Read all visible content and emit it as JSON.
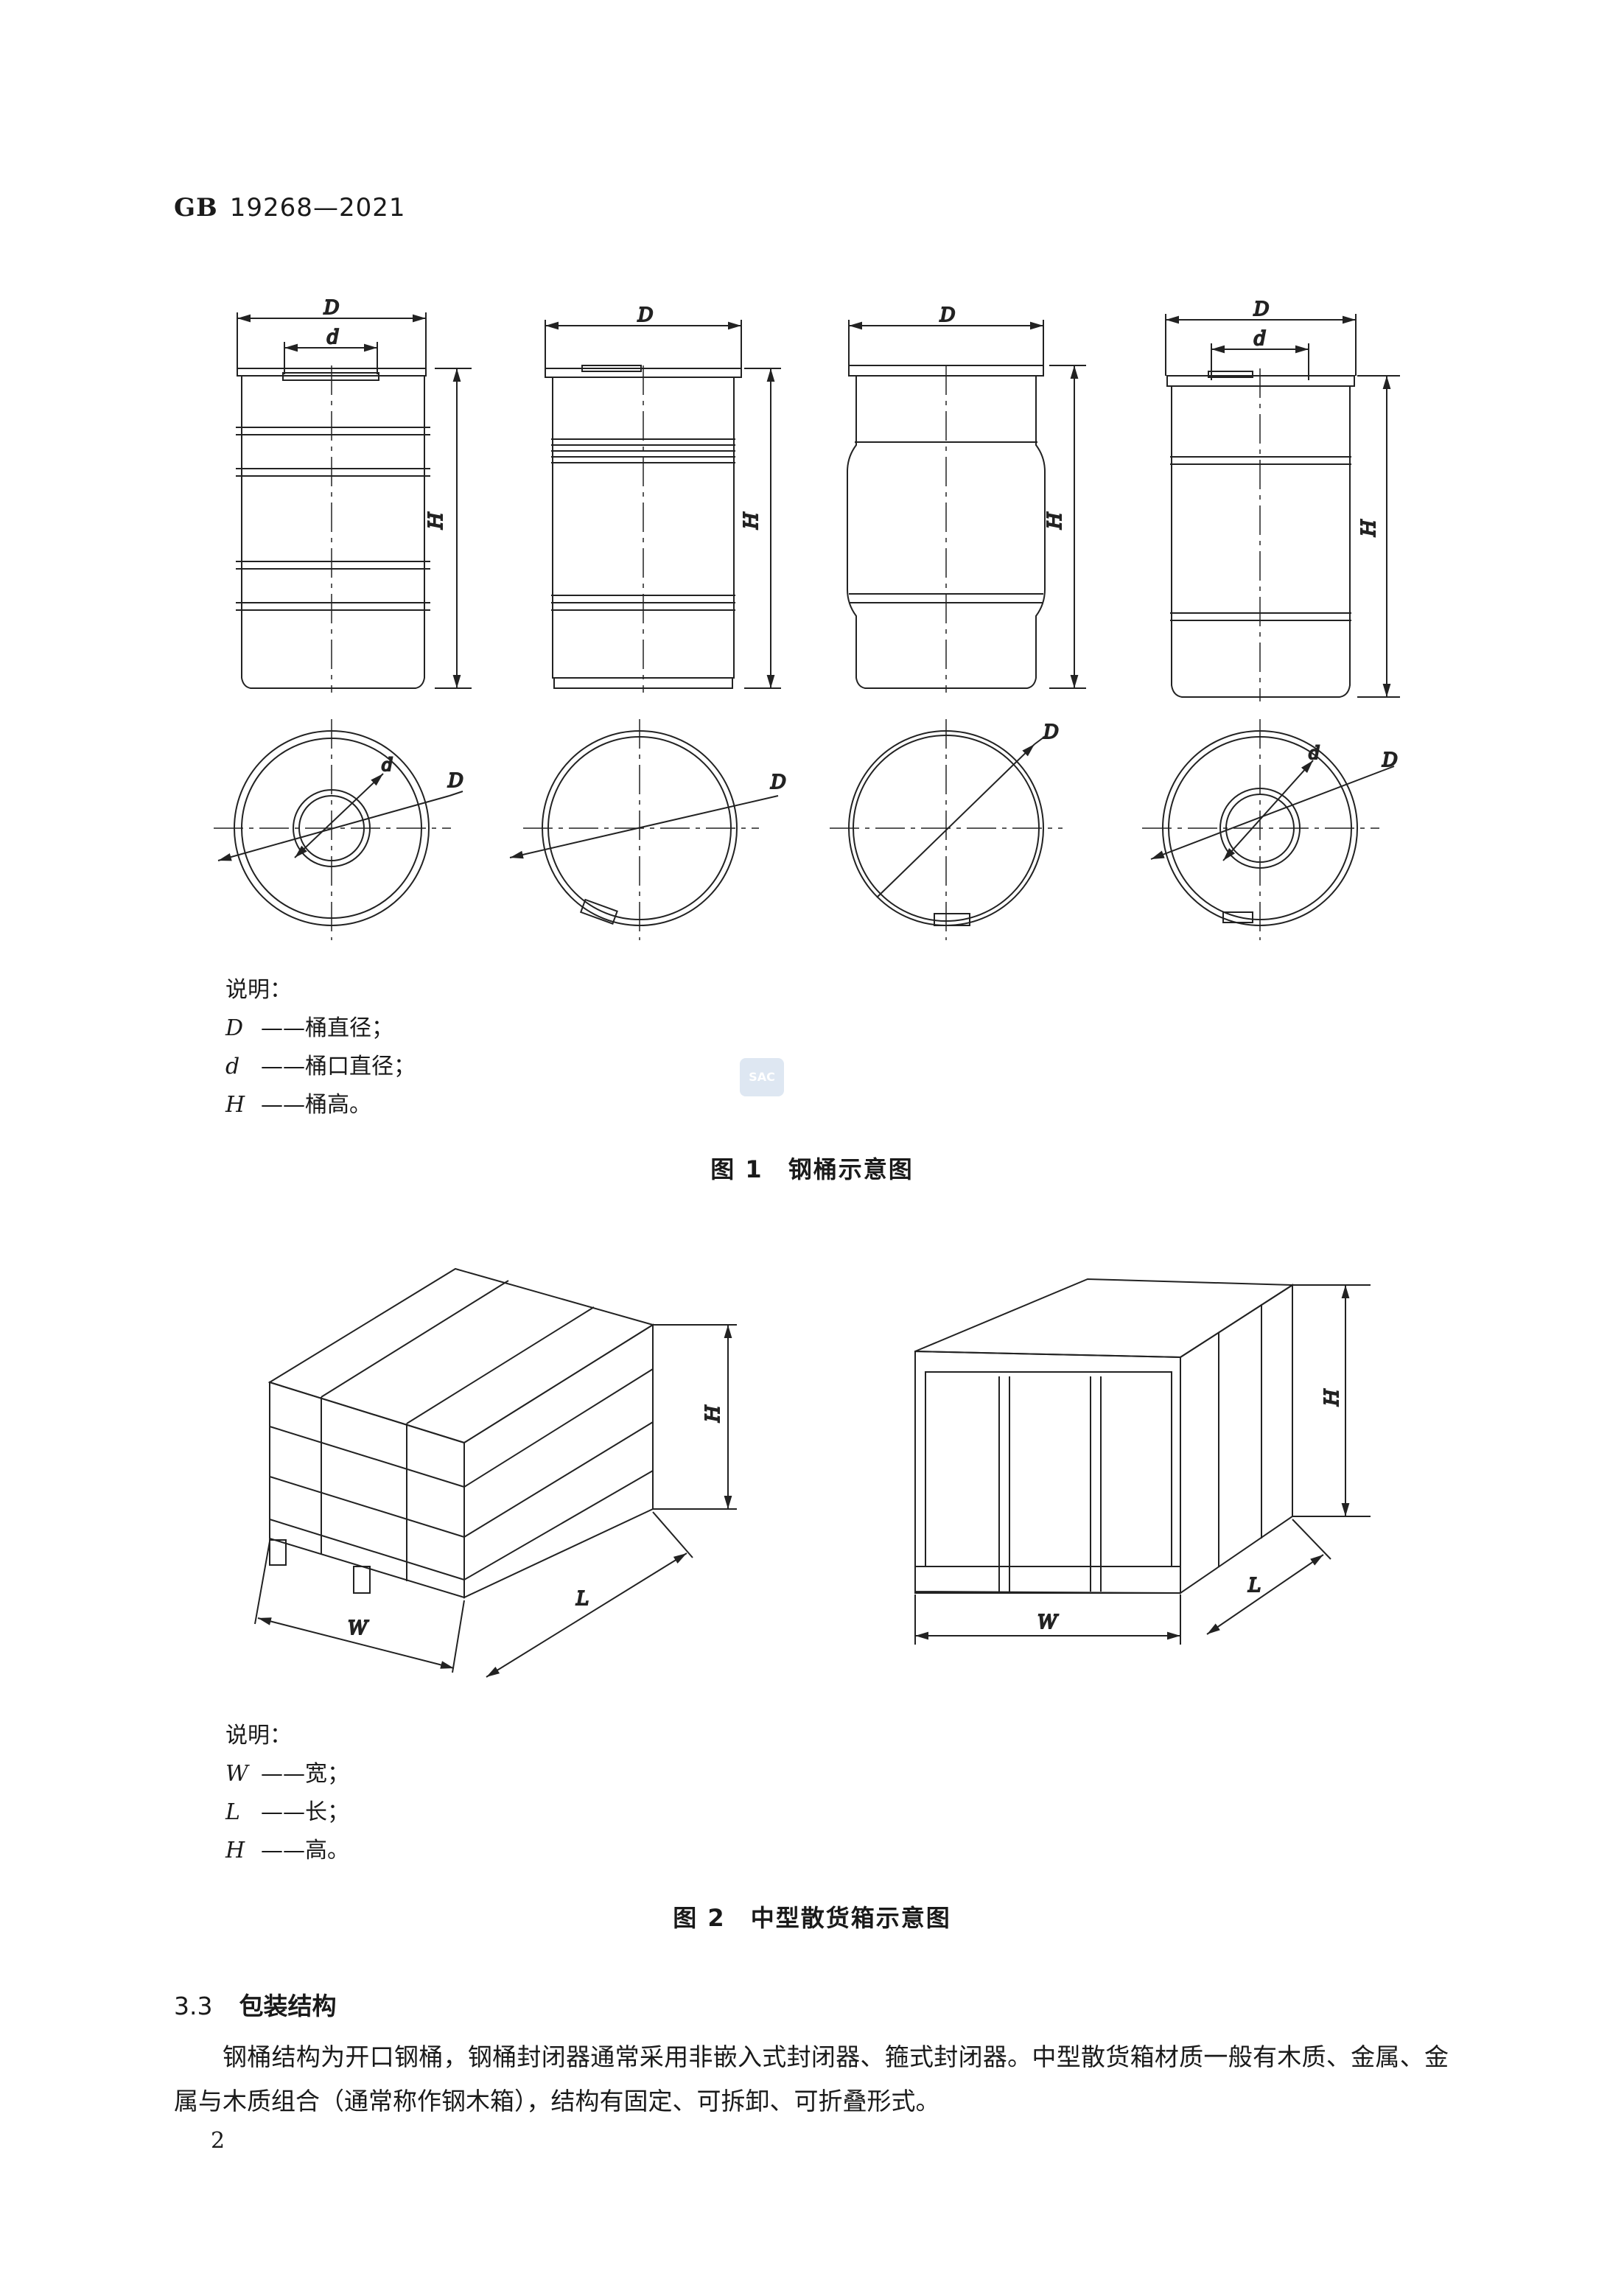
{
  "header": {
    "gb": "GB",
    "number": "19268—2021"
  },
  "figure1": {
    "dim_labels": {
      "D": "D",
      "d": "d",
      "H": "H"
    },
    "legend_title": "说明：",
    "legend": [
      {
        "sym": "D",
        "text": "——桶直径；"
      },
      {
        "sym": "d",
        "text": "——桶口直径；"
      },
      {
        "sym": "H",
        "text": "——桶高。"
      }
    ],
    "caption": "图 1　钢桶示意图"
  },
  "watermark": "SAC",
  "figure2": {
    "dim_labels": {
      "W": "W",
      "L": "L",
      "H": "H"
    },
    "legend_title": "说明：",
    "legend": [
      {
        "sym": "W",
        "text": "——宽；"
      },
      {
        "sym": "L",
        "text": "——长；"
      },
      {
        "sym": "H",
        "text": "——高。"
      }
    ],
    "caption": "图 2　中型散货箱示意图"
  },
  "section": {
    "number": "3.3",
    "title": "包装结构"
  },
  "paragraph": "钢桶结构为开口钢桶，钢桶封闭器通常采用非嵌入式封闭器、箍式封闭器。中型散货箱材质一般有木质、金属、金属与木质组合（通常称作钢木箱），结构有固定、可拆卸、可折叠形式。",
  "page_number": "2"
}
